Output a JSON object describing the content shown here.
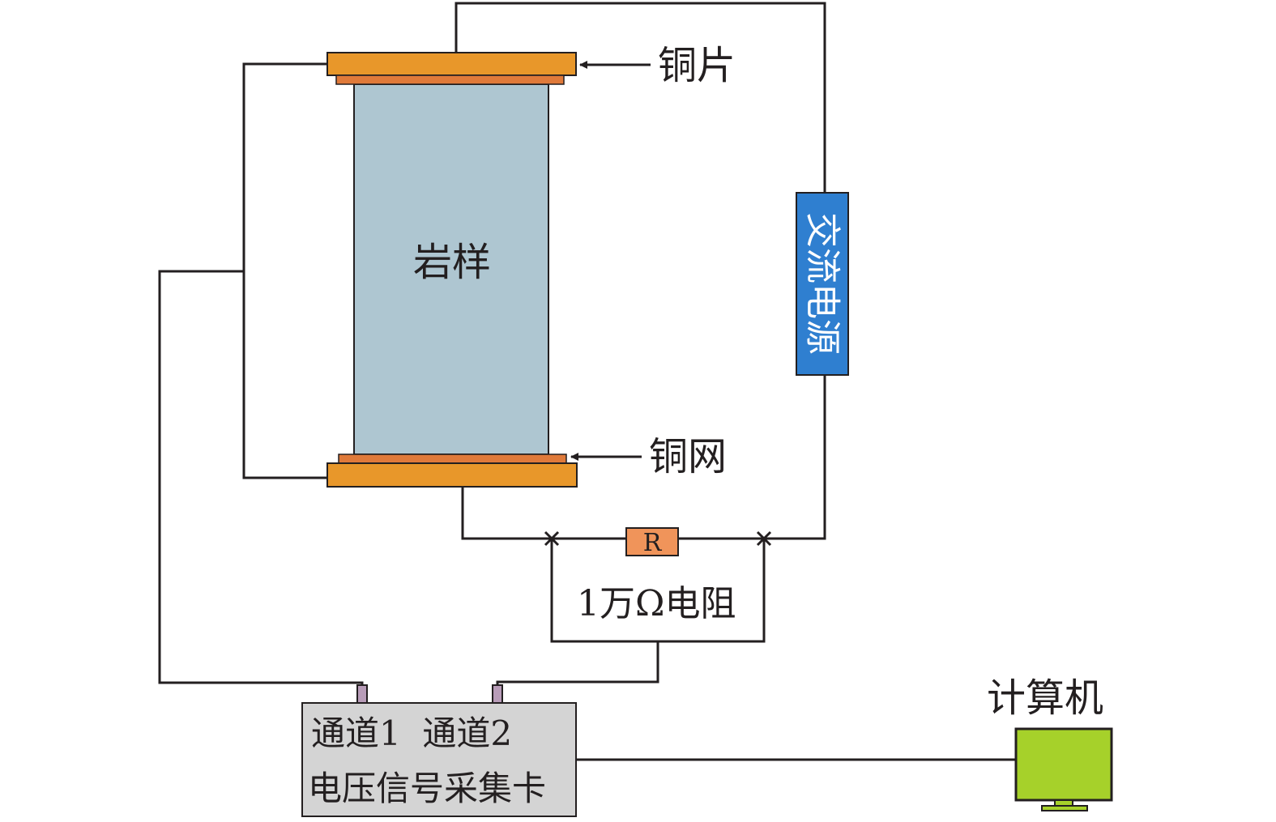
{
  "labels": {
    "copper_plate": "铜片",
    "copper_mesh": "铜网",
    "rock_sample": "岩样",
    "ac_power": "交流电源",
    "resistor_symbol": "R",
    "resistor_desc": "1万Ω电阻",
    "computer": "计算机",
    "daq_channels": "通道1  通道2",
    "daq_name": "电压信号采集卡"
  },
  "colors": {
    "copper": "#e8972a",
    "copper_mesh": "#e07a3a",
    "rock_sample": "#aec6d1",
    "ac_power": "#2f7fd0",
    "resistor": "#f0945a",
    "daq_card": "#d4d4d4",
    "monitor": "#a6d12a",
    "channel_pin": "#b89cb8",
    "wire": "#231f20"
  }
}
